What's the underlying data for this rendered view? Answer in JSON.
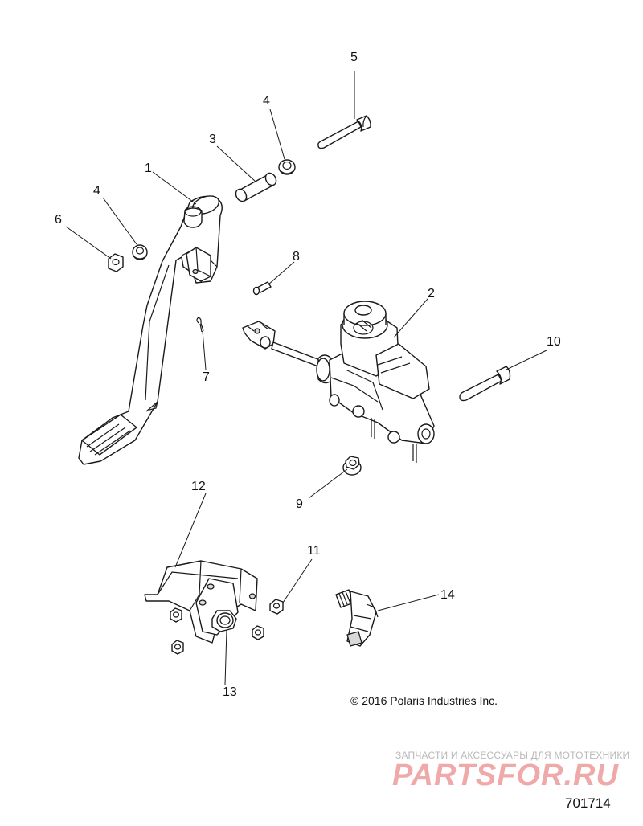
{
  "callouts": [
    {
      "id": "1",
      "label": "1"
    },
    {
      "id": "2",
      "label": "2"
    },
    {
      "id": "3",
      "label": "3"
    },
    {
      "id": "4a",
      "label": "4"
    },
    {
      "id": "4b",
      "label": "4"
    },
    {
      "id": "5",
      "label": "5"
    },
    {
      "id": "6",
      "label": "6"
    },
    {
      "id": "7",
      "label": "7"
    },
    {
      "id": "8",
      "label": "8"
    },
    {
      "id": "9",
      "label": "9"
    },
    {
      "id": "10",
      "label": "10"
    },
    {
      "id": "11",
      "label": "11"
    },
    {
      "id": "12",
      "label": "12"
    },
    {
      "id": "13",
      "label": "13"
    },
    {
      "id": "14",
      "label": "14"
    }
  ],
  "copyright": "© 2016 Polaris Industries Inc.",
  "watermark": {
    "tagline": "ЗАПЧАСТИ И АКСЕССУАРЫ ДЛЯ МОТОТЕХНИКИ",
    "logo": "PARTSFOR.RU"
  },
  "figure_number": "701714"
}
